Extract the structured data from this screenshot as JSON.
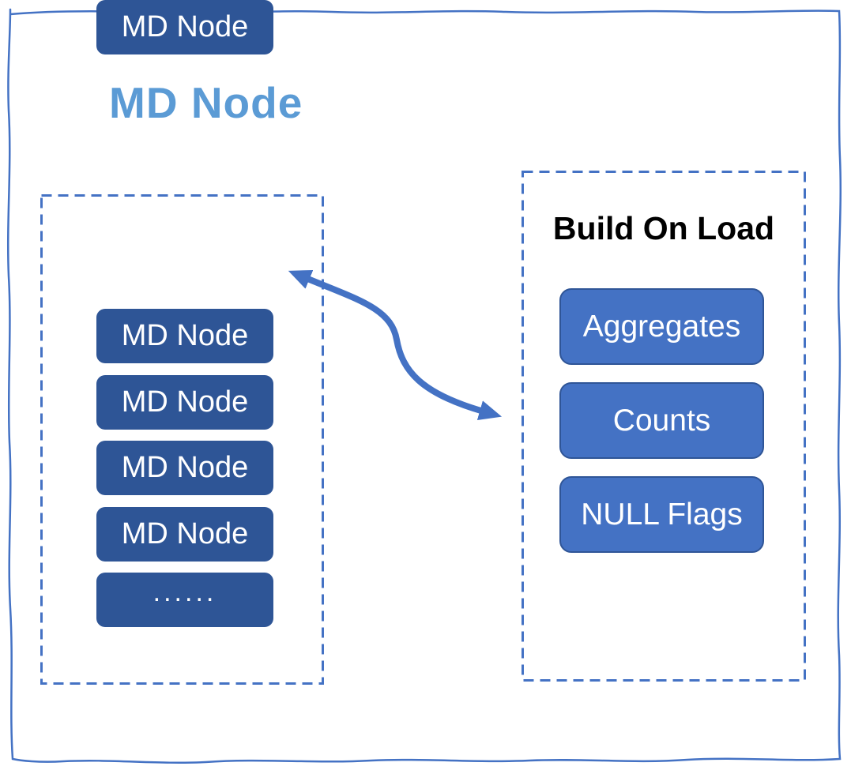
{
  "diagram": {
    "title": "MD Node",
    "left_group": {
      "nodes": [
        "MD Node",
        "MD Node",
        "MD Node",
        "MD Node",
        "MD Node",
        "......"
      ]
    },
    "right_group": {
      "title": "Build On Load",
      "items": [
        "Aggregates",
        "Counts",
        "NULL Flags"
      ]
    },
    "connection": {
      "style": "curved double-headed arrow"
    },
    "colors": {
      "accent_blue": "#4472C4",
      "dark_node_fill": "#2E5596",
      "item_fill": "#4472C4",
      "item_border": "#2F5597",
      "title_blue": "#5B9BD5",
      "text_on_blue": "#FFFFFF",
      "right_title_text": "#000000",
      "background": "#FFFFFF"
    }
  }
}
